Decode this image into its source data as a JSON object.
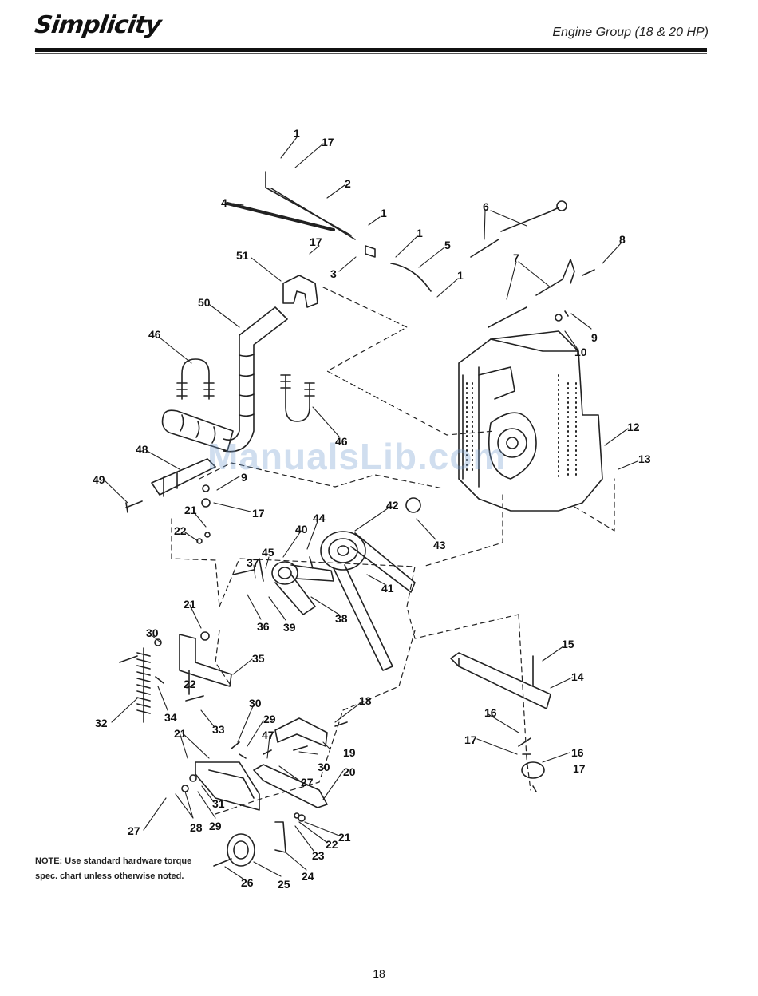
{
  "header": {
    "brand": "Simplicity",
    "group_title": "Engine Group (18 & 20 HP)"
  },
  "watermark": "ManualsLib.com",
  "note": "NOTE: Use standard hardware torque spec. chart unless otherwise noted.",
  "page_number": "18",
  "callouts": [
    "1",
    "17",
    "2",
    "4",
    "1",
    "3",
    "17",
    "51",
    "1",
    "5",
    "1",
    "6",
    "8",
    "7",
    "9",
    "10",
    "50",
    "46",
    "46",
    "12",
    "13",
    "48",
    "49",
    "9",
    "17",
    "21",
    "22",
    "42",
    "44",
    "40",
    "43",
    "45",
    "37",
    "41",
    "36",
    "39",
    "38",
    "21",
    "30",
    "35",
    "15",
    "14",
    "22",
    "32",
    "34",
    "33",
    "18",
    "30",
    "29",
    "47",
    "16",
    "21",
    "17",
    "16",
    "17",
    "19",
    "30",
    "27",
    "20",
    "31",
    "27",
    "28",
    "29",
    "21",
    "22",
    "23",
    "25",
    "24",
    "26"
  ]
}
